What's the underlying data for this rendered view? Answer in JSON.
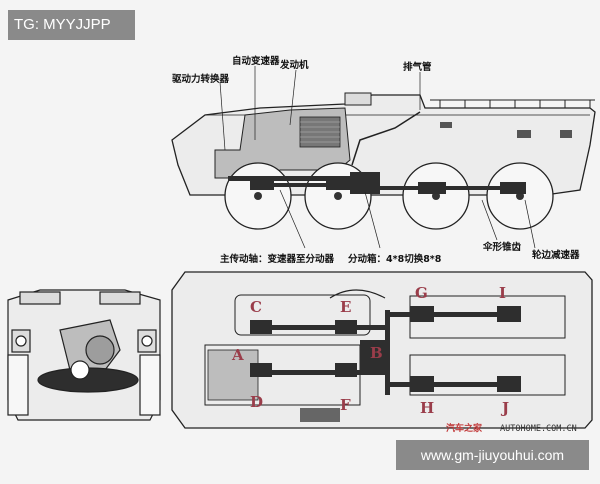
{
  "badges": {
    "top_left": "TG: MYYJJPP",
    "bottom_right": "www.gm-jiuyouhui.com"
  },
  "side_view": {
    "labels": {
      "auto_gearbox": "自动变速器",
      "engine": "发动机",
      "exhaust": "排气管",
      "torque_converter": "驱动力转换器",
      "main_shaft": "主传动轴：变速器至分动器",
      "transfer_case": "分动箱：4*8切换8*8",
      "bevel_gear": "伞形锥齿",
      "hub_reducer": "轮边减速器"
    }
  },
  "top_view": {
    "letters": [
      "A",
      "B",
      "C",
      "D",
      "E",
      "F",
      "G",
      "H",
      "I",
      "J"
    ]
  },
  "watermark": {
    "cn": "汽车之家",
    "en": "AUTOHOME.COM.CN"
  },
  "colors": {
    "letters": "#9a3d4a",
    "badge_bg": "#8a8a8a",
    "drivetrain": "#2e2e2e",
    "body_fill": "#e9e9e9",
    "engine_fill": "#bdbdbd"
  }
}
